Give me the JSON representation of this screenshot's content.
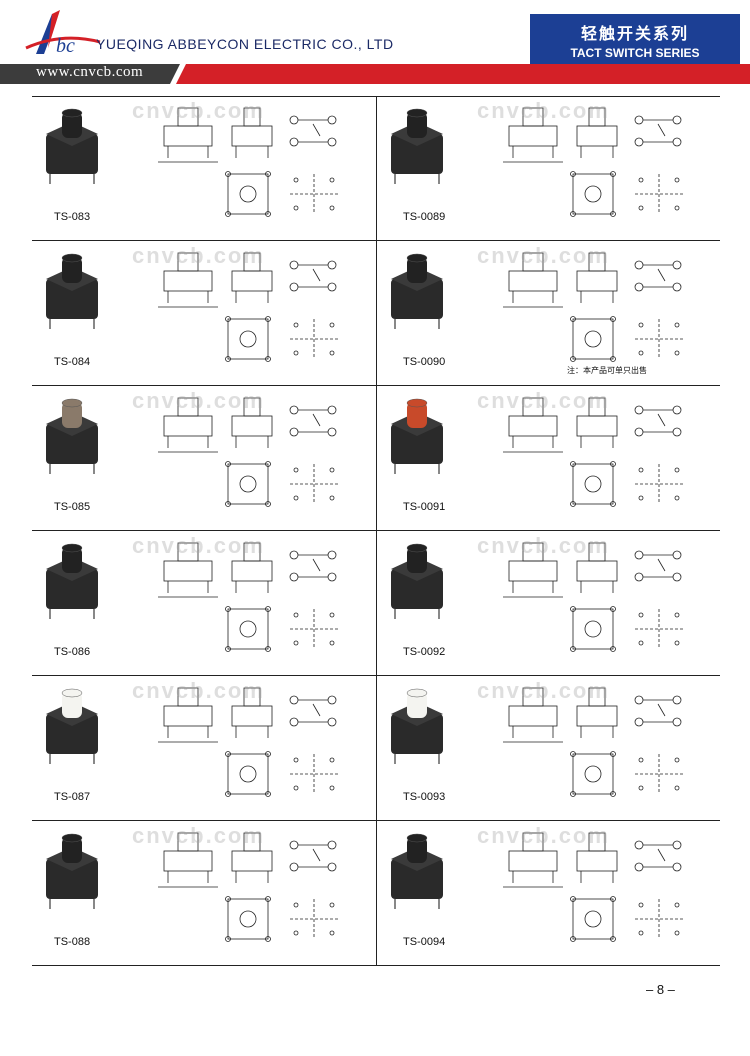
{
  "header": {
    "company_name": "YUEQING ABBEYCON ELECTRIC CO., LTD",
    "series_zh": "轻触开关系列",
    "series_en": "TACT SWITCH SERIES",
    "website": "www.cnvcb.com",
    "logo_icon": "abc-logo-icon",
    "brand_color": "#1c3f94",
    "bar_color": "#d42027"
  },
  "watermark": "cnvcb.com",
  "products": [
    {
      "name": "TS-083"
    },
    {
      "name": "TS-0089"
    },
    {
      "name": "TS-084"
    },
    {
      "name": "TS-0090",
      "note": "注：本产品可单只出售"
    },
    {
      "name": "TS-085"
    },
    {
      "name": "TS-0091"
    },
    {
      "name": "TS-086"
    },
    {
      "name": "TS-0092"
    },
    {
      "name": "TS-087"
    },
    {
      "name": "TS-0093"
    },
    {
      "name": "TS-088"
    },
    {
      "name": "TS-0094"
    }
  ],
  "page_number": "– 8 –"
}
